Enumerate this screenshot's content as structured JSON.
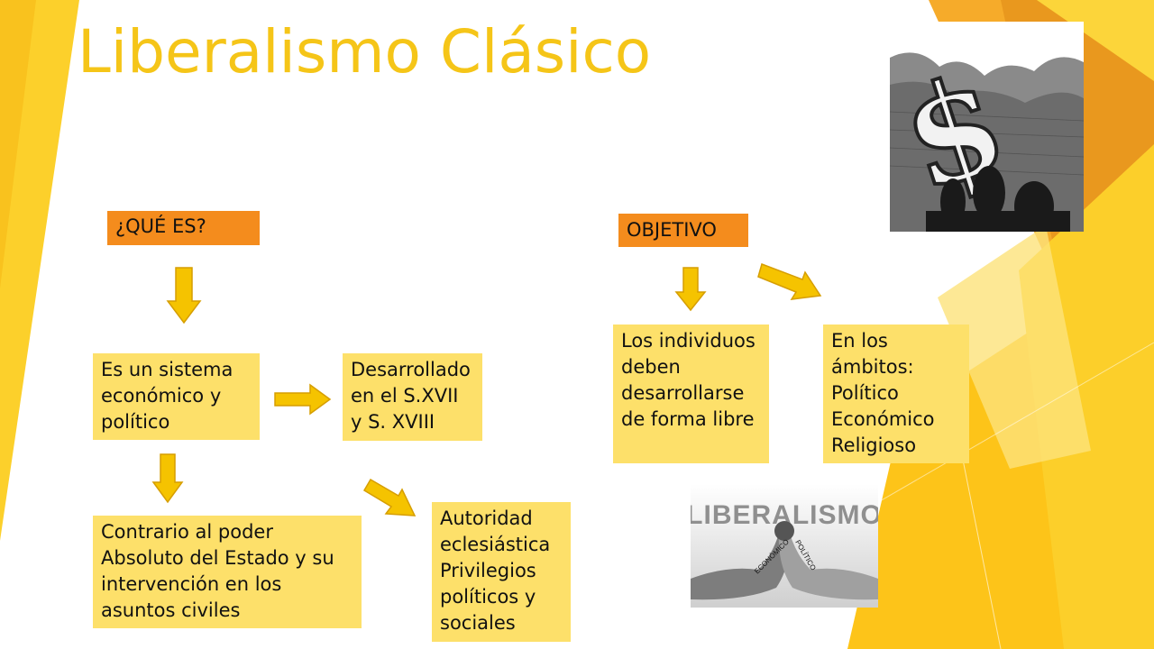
{
  "slide": {
    "title": "Liberalismo Clásico",
    "colors": {
      "title": "#f5c518",
      "header_box": "#f48c1d",
      "content_box": "#fde06a",
      "arrow_fill": "#f5c300",
      "arrow_stroke": "#d69e00"
    }
  },
  "left": {
    "header": "¿QUÉ ES?",
    "definition": [
      "Es un sistema",
      "económico y",
      "político"
    ],
    "developed": [
      "Desarrollado",
      "en el S.XVII",
      "y S. XVIII"
    ],
    "opposed": [
      "Contrario al poder",
      "Absoluto del Estado y su",
      "intervención en los",
      "asuntos civiles"
    ],
    "authority": [
      "Autoridad",
      "eclesiástica",
      "Privilegios",
      "políticos y",
      "sociales"
    ]
  },
  "right": {
    "header": "OBJETIVO",
    "individuals": [
      "Los individuos",
      "deben",
      "desarrollarse",
      "de forma libre"
    ],
    "spheres": [
      "En los",
      "ámbitos:",
      "Político",
      "Económico",
      "Religioso"
    ]
  },
  "images": {
    "cartoon": {
      "icon": "dollar-sign-cartoon"
    },
    "logo": {
      "text": "LIBERALISMO",
      "left_arm": "ECONÓMICO",
      "right_arm": "POLÍTICO",
      "icon": "arm-wrestling"
    }
  }
}
